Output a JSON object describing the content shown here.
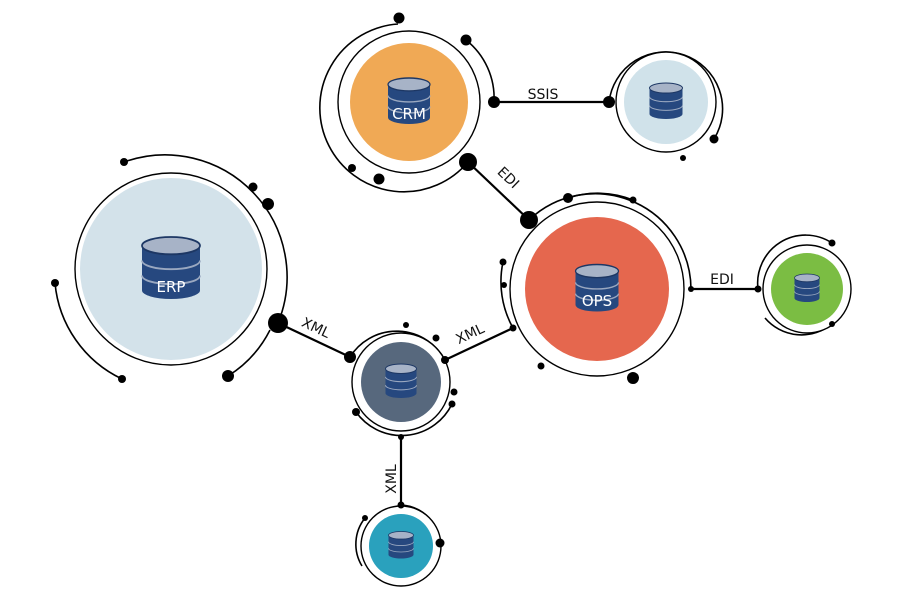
{
  "nodes": {
    "crm": {
      "label": "CRM",
      "fill": "#f0a955"
    },
    "erp": {
      "label": "ERP",
      "fill": "#d3e2ea"
    },
    "ops": {
      "label": "OPS",
      "fill": "#e5674e"
    },
    "hub": {
      "label": "",
      "fill": "#57687d"
    },
    "ssis_target": {
      "label": "",
      "fill": "#d0e2ea"
    },
    "edi_target": {
      "label": "",
      "fill": "#7bbd43"
    },
    "xml_target": {
      "label": "",
      "fill": "#2aa1bd"
    }
  },
  "connections": {
    "crm_ssis": "SSIS",
    "crm_ops": "EDI",
    "erp_hub": "XML",
    "hub_ops": "XML",
    "ops_edi": "EDI",
    "hub_bottom": "XML"
  },
  "colors": {
    "database_body": "#26487f",
    "database_top": "#a7b3c7",
    "line": "#000000"
  }
}
